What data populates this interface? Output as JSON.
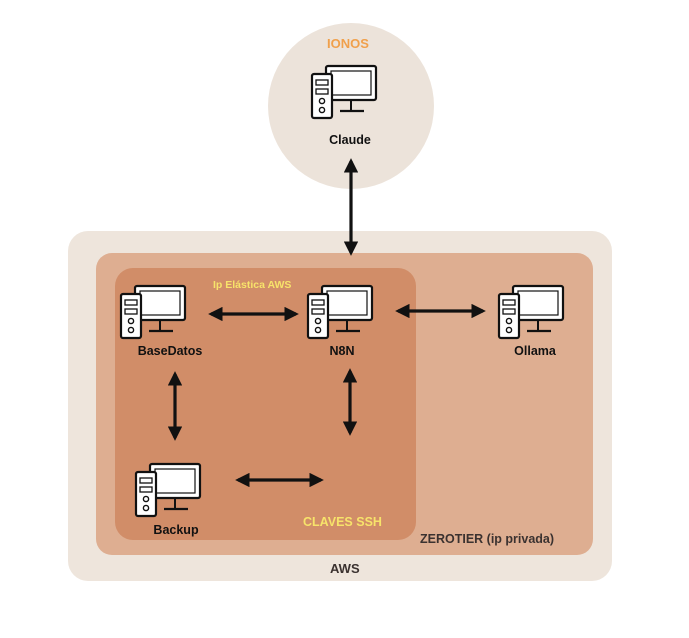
{
  "regions": {
    "ionos": "IONOS",
    "aws": "AWS",
    "zerotier": "ZEROTIER (ip privada)",
    "ssh": "CLAVES SSH"
  },
  "connection_labels": {
    "n8n_basedatos": "Ip Elástica AWS"
  },
  "nodes": {
    "claude": "Claude",
    "basedatos": "BaseDatos",
    "n8n": "N8N",
    "ollama": "Ollama",
    "backup": "Backup"
  },
  "icons": {
    "node": "computer-icon",
    "link": "double-arrow-icon"
  },
  "colors": {
    "ionos_label": "#f0a04b",
    "ssh_label": "#f7e36a",
    "aws_bg": "#eee5dc",
    "zerotier_bg": "#deae91",
    "ssh_bg": "#d18d68"
  }
}
